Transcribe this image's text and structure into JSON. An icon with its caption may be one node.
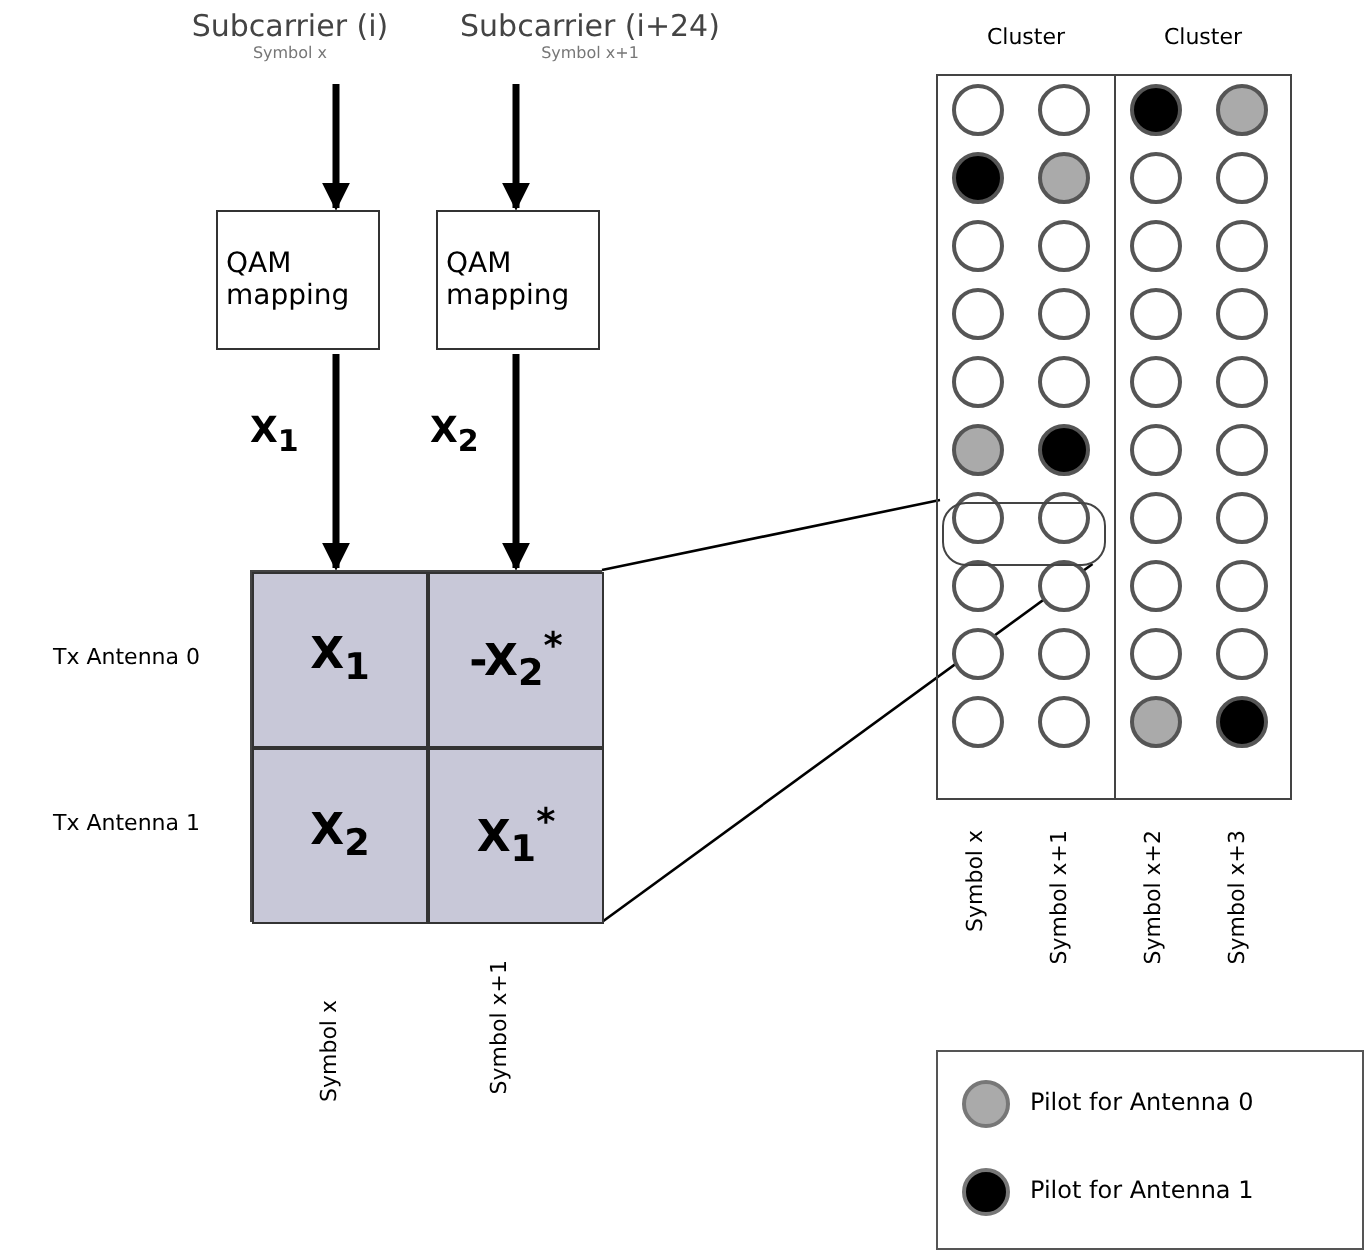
{
  "diagram": {
    "nodes": [
      {
        "text": [
          "Subcarrier (i)"
        ],
        "beside": [
          "Symbol x"
        ]
      },
      {
        "text": [
          "Subcarrier (i+24)"
        ],
        "beside": [
          "Symbol x+1"
        ]
      },
      {
        "text": [
          "QAM mapping"
        ]
      },
      {
        "text": [
          "QAM mapping"
        ]
      },
      {
        "text": [],
        "shape": "box"
      },
      {
        "text": [
          "X$_{1}$"
        ],
        "in": 4
      },
      {
        "text": [
          "-X$_{2}$$^{*}$"
        ],
        "in": 4
      },
      {
        "text": [
          "X$_{2}$"
        ],
        "in": 4
      },
      {
        "text": [
          "X$_{1}$$^{*}$"
        ],
        "in": 4
      },
      {
        "text": [
          "Cluster"
        ]
      },
      {
        "text": [
          "Cluster"
        ]
      },
      {
        "text": [],
        "shape": "box",
        "in": 9
      }
    ],
    "edges": [
      {
        "from": 0,
        "to": 2,
        "arrow": "to"
      },
      {
        "from": 1,
        "to": 3,
        "arrow": "to"
      },
      {
        "from": 2,
        "to": 5,
        "arrow": "to",
        "label": "X$_{1}$"
      },
      {
        "from": 3,
        "to": 6,
        "arrow": "to",
        "label": "X$_{2}$"
      },
      {
        "from": 4,
        "to": 11,
        "arrow": "none"
      },
      {
        "from": 4,
        "to": 11,
        "arrow": "none"
      }
    ],
    "labels": [
      "Tx Antenna 0",
      "Tx Antenna 1",
      "Symbol x",
      "Symbol x+1",
      "Symbol x",
      "Symbol x+1",
      "Symbol x+2",
      "Symbol x+3"
    ],
    "legend": [
      {
        "text": "Pilot for Antenna 0",
        "color": "#aaaaaa"
      },
      {
        "text": "Pilot for Antenna 1",
        "color": "#000000"
      }
    ]
  }
}
